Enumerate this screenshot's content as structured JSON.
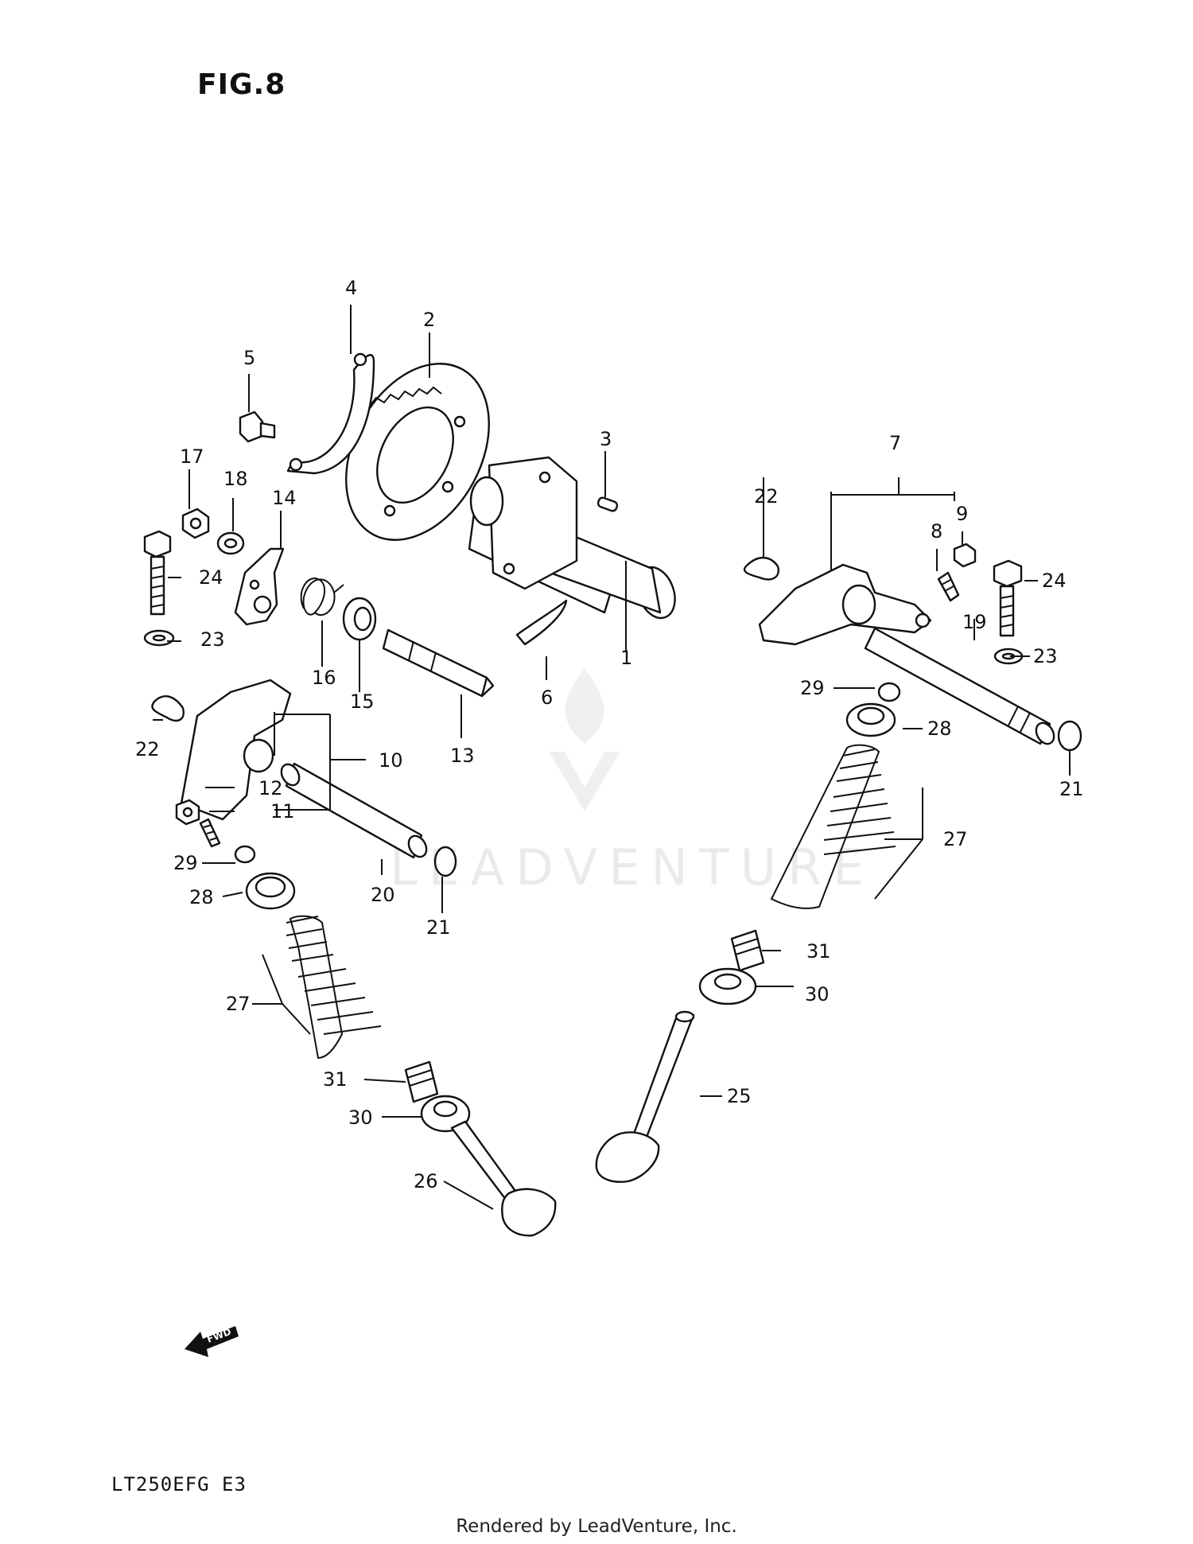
{
  "figure": {
    "title": "FIG.8"
  },
  "model_code": "LT250EFG  E3",
  "footer": "Rendered by LeadVenture, Inc.",
  "watermark": {
    "text": "LEADVENTURE"
  },
  "fwd_badge": {
    "text": "FWD"
  },
  "callouts": {
    "c1": "1",
    "c2": "2",
    "c3": "3",
    "c4": "4",
    "c5": "5",
    "c6": "6",
    "c7": "7",
    "c8": "8",
    "c9": "9",
    "c10": "10",
    "c11": "11",
    "c12": "12",
    "c13": "13",
    "c14": "14",
    "c15": "15",
    "c16": "16",
    "c17": "17",
    "c18": "18",
    "c19": "19",
    "c20": "20",
    "c21a": "21",
    "c21b": "21",
    "c22a": "22",
    "c22b": "22",
    "c23a": "23",
    "c23b": "23",
    "c24a": "24",
    "c24b": "24",
    "c25": "25",
    "c26": "26",
    "c27a": "27",
    "c27b": "27",
    "c28a": "28",
    "c28b": "28",
    "c29a": "29",
    "c29b": "29",
    "c30a": "30",
    "c30b": "30",
    "c31a": "31",
    "c31b": "31"
  }
}
